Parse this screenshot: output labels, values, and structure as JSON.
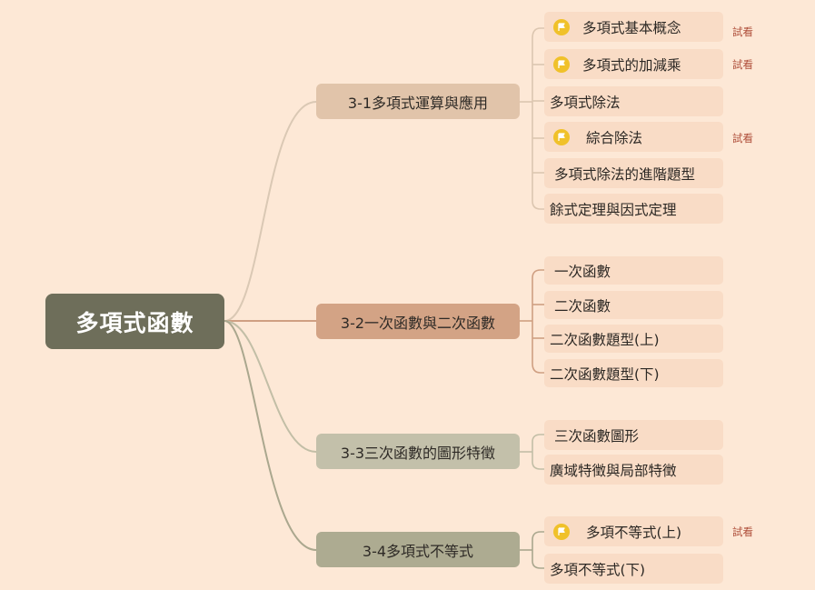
{
  "root": {
    "label": "多項式函數"
  },
  "branches": [
    {
      "label": "3-1多項式運算與應用",
      "children": [
        {
          "label": "多項式基本概念",
          "flag": true,
          "trial": "試看"
        },
        {
          "label": "多項式的加減乘",
          "flag": true,
          "trial": "試看"
        },
        {
          "label": "多項式除法"
        },
        {
          "label": "綜合除法",
          "flag": true,
          "trial": "試看"
        },
        {
          "label": "多項式除法的進階題型"
        },
        {
          "label": "餘式定理與因式定理"
        }
      ]
    },
    {
      "label": "3-2一次函數與二次函數",
      "children": [
        {
          "label": "一次函數"
        },
        {
          "label": "二次函數"
        },
        {
          "label": "二次函數題型(上)"
        },
        {
          "label": "二次函數題型(下)"
        }
      ]
    },
    {
      "label": "3-3三次函數的圖形特徵",
      "children": [
        {
          "label": "三次函數圖形"
        },
        {
          "label": "廣域特徵與局部特徵"
        }
      ]
    },
    {
      "label": "3-4多項式不等式",
      "children": [
        {
          "label": "多項不等式(上)",
          "flag": true,
          "trial": "試看"
        },
        {
          "label": "多項不等式(下)"
        }
      ]
    }
  ],
  "colors": {
    "background": "#fde8d6",
    "root": "#6e6e5a",
    "branch_1": "#e1c4aa",
    "branch_2": "#d3a385",
    "branch_3": "#c3c0aa",
    "branch_4": "#adab91",
    "leaf": "#f9dcc6",
    "flag": "#f0c12a",
    "trial_text": "#b0503c"
  },
  "icons": {
    "flag": "flag-icon"
  }
}
